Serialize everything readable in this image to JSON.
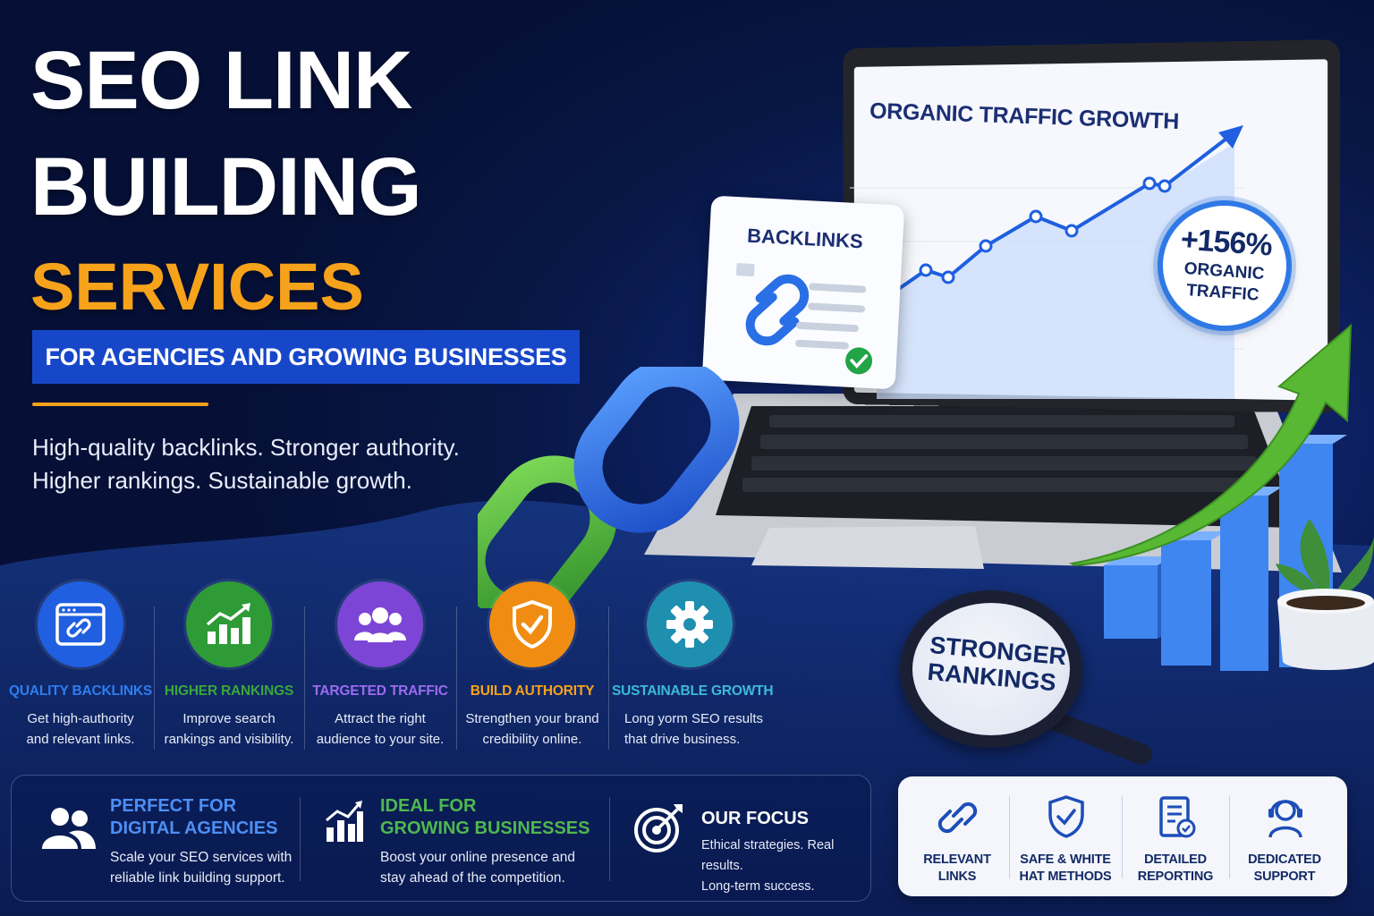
{
  "headline": {
    "line1": "SEO LINK",
    "line2": "BUILDING",
    "line3": "SERVICES",
    "banner": "FOR AGENCIES AND GROWING BUSINESSES",
    "tagline1": "High-quality backlinks. Stronger authority.",
    "tagline2": "Higher rankings. Sustainable growth."
  },
  "laptop": {
    "chart_title": "ORGANIC TRAFFIC GROWTH",
    "stat_value": "+156%",
    "stat_label1": "ORGANIC",
    "stat_label2": "TRAFFIC",
    "backlinks_card_title": "BACKLINKS"
  },
  "magnifier": {
    "line1": "STRONGER",
    "line2": "RANKINGS"
  },
  "features": [
    {
      "title": "QUALITY BACKLINKS",
      "line1": "Get high-authority",
      "line2": "and relevant links.",
      "color": "#2f7df0",
      "icon": "browser-link-icon"
    },
    {
      "title": "HIGHER RANKINGS",
      "line1": "Improve search",
      "line2": "rankings and visibility.",
      "color": "#3aa63a",
      "icon": "bar-chart-up-icon"
    },
    {
      "title": "TARGETED TRAFFIC",
      "line1": "Attract the right",
      "line2": "audience to your site.",
      "color": "#8a52e0",
      "icon": "people-icon"
    },
    {
      "title": "BUILD AUTHORITY",
      "line1": "Strengthen your brand",
      "line2": "credibility online.",
      "color": "#f39a16",
      "icon": "shield-check-icon"
    },
    {
      "title": "SUSTAINABLE GROWTH",
      "line1": "Long yorm SEO results",
      "line2": "that drive business.",
      "color": "#27a9c9",
      "icon": "gear-icon"
    }
  ],
  "audience": [
    {
      "title1": "PERFECT FOR",
      "title2": "DIGITAL AGENCIES",
      "line1": "Scale your SEO services with",
      "line2": "reliable link building support.",
      "color": "#4d8ff5",
      "icon": "people-icon"
    },
    {
      "title1": "IDEAL FOR",
      "title2": "GROWING BUSINESSES",
      "line1": "Boost your online presence and",
      "line2": "stay ahead of the competition.",
      "color": "#4fb84f",
      "icon": "bar-chart-up-icon"
    },
    {
      "title1": "OUR FOCUS",
      "title2": "",
      "line1": "Ethical strategies. Real results.",
      "line2": "Long-term success.",
      "color": "#ffffff",
      "icon": "target-icon"
    }
  ],
  "benefits": [
    {
      "line1": "RELEVANT",
      "line2": "LINKS",
      "icon": "link-icon"
    },
    {
      "line1": "SAFE & WHITE",
      "line2": "HAT METHODS",
      "icon": "shield-check-icon"
    },
    {
      "line1": "DETAILED",
      "line2": "REPORTING",
      "icon": "report-icon"
    },
    {
      "line1": "DEDICATED",
      "line2": "SUPPORT",
      "icon": "headset-icon"
    }
  ],
  "colors": {
    "background": "#081745",
    "accent_orange": "#f7a21b",
    "banner_blue": "#1747c9",
    "navy_text": "#132a66"
  }
}
